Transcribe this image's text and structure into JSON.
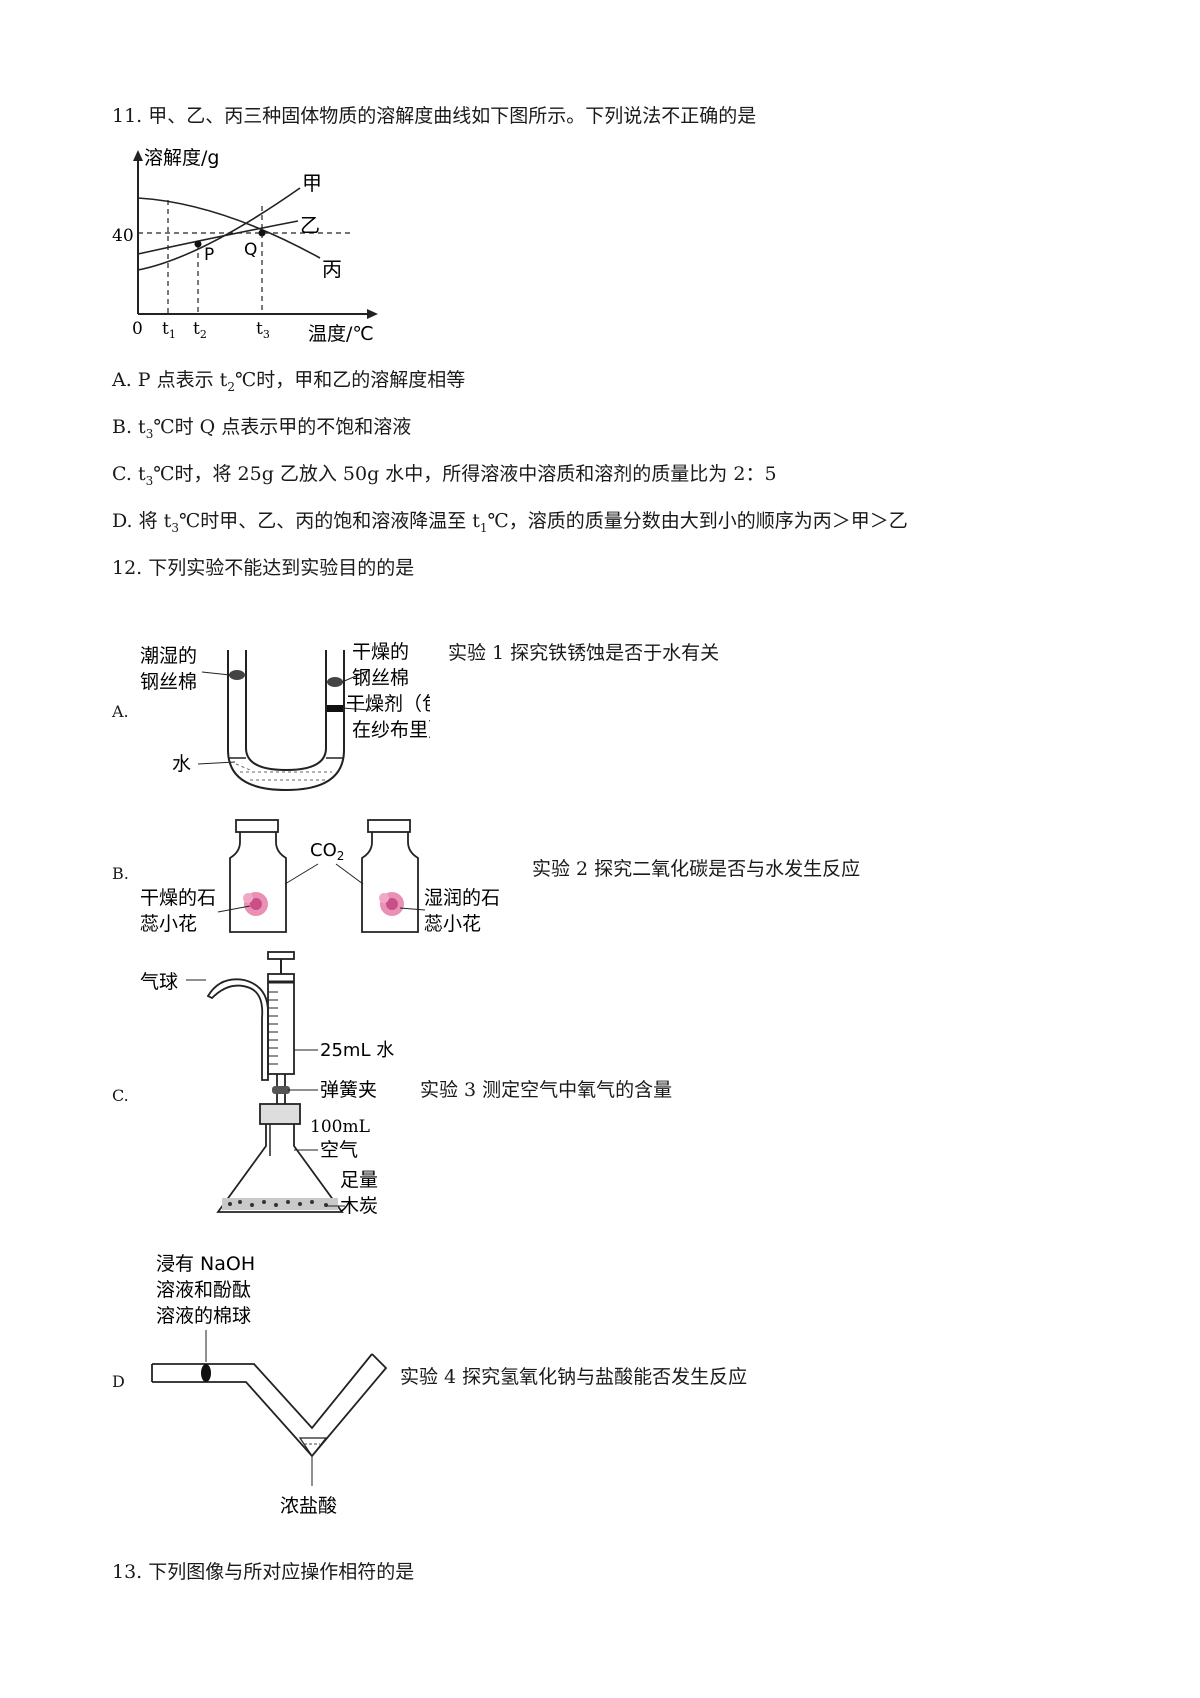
{
  "q11": {
    "stem": "11. 甲、乙、丙三种固体物质的溶解度曲线如下图所示。下列说法不正确的是",
    "chart": {
      "ylabel": "溶解度/g",
      "xlabel": "温度/℃",
      "y_tick": "40",
      "origin": "0",
      "x_ticks": [
        {
          "base": "t",
          "sub": "1"
        },
        {
          "base": "t",
          "sub": "2"
        },
        {
          "base": "t",
          "sub": "3"
        }
      ],
      "curves": [
        "甲",
        "乙",
        "丙"
      ],
      "points": [
        "P",
        "Q"
      ]
    },
    "options": {
      "A": {
        "pre": "A. P 点表示 t",
        "sub": "2",
        "post": "℃时，甲和乙的溶解度相等"
      },
      "B": {
        "pre": "B. t",
        "sub": "3",
        "post": "℃时 Q 点表示甲的不饱和溶液"
      },
      "C": {
        "pre": "C. t",
        "sub": "3",
        "post": "℃时，将 25g 乙放入 50g 水中，所得溶液中溶质和溶剂的质量比为 2：5"
      },
      "D": {
        "pre": "D. 将 t",
        "sub": "3",
        "mid": "℃时甲、乙、丙的饱和溶液降温至 t",
        "sub2": "1",
        "post": "℃，溶质的质量分数由大到小的顺序为丙＞甲＞乙"
      }
    }
  },
  "q12": {
    "stem": "12. 下列实验不能达到实验目的的是",
    "A": {
      "letter": "A.",
      "caption": "实验 1 探究铁锈蚀是否于水有关",
      "labels": {
        "wet_l1": "潮湿的",
        "wet_l2": "钢丝棉",
        "dry_l1": "干燥的",
        "dry_l2": "钢丝棉",
        "desiccant_l1": "干燥剂（包",
        "desiccant_l2": "在纱布里）",
        "water": "水"
      }
    },
    "B": {
      "letter": "B.",
      "caption": "实验 2 探究二氧化碳是否与水发生反应",
      "labels": {
        "gas_base": "CO",
        "gas_sub": "2",
        "dry_l1": "干燥的石",
        "dry_l2": "蕊小花",
        "wet_l1": "湿润的石",
        "wet_l2": "蕊小花"
      }
    },
    "C": {
      "letter": "C.",
      "caption": "实验 3 测定空气中氧气的含量",
      "labels": {
        "water": "25mL 水",
        "balloon": "气球",
        "clamp": "弹簧夹",
        "volume": "100mL",
        "air": "空气",
        "enough": "足量",
        "charcoal": "木炭"
      }
    },
    "D": {
      "letter": "D",
      "caption": "实验 4 探究氢氧化钠与盐酸能否发生反应",
      "labels": {
        "cotton_l1": "浸有 NaOH",
        "cotton_l2": "溶液和酚酞",
        "cotton_l3": "溶液的棉球",
        "acid": "浓盐酸"
      }
    }
  },
  "q13": {
    "stem": "13. 下列图像与所对应操作相符的是"
  }
}
